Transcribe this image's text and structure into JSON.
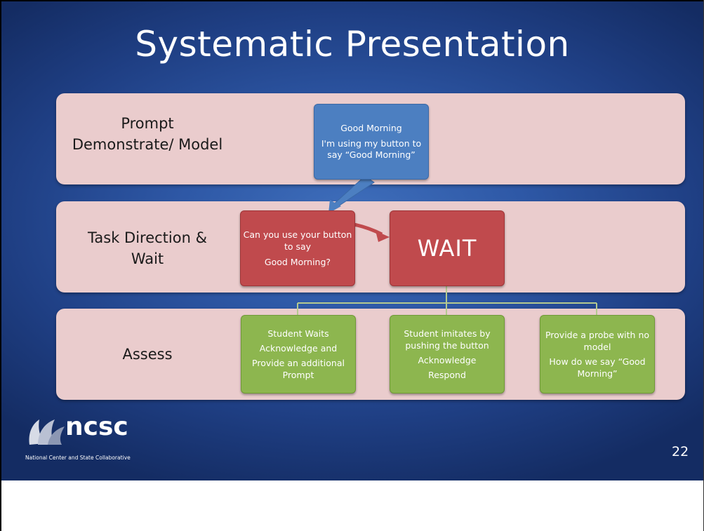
{
  "slide": {
    "title": "Systematic Presentation",
    "page_number": "22",
    "colors": {
      "background": "#2e58a6",
      "band": "#eacccd",
      "blue_box": "#4c7fc1",
      "red_box": "#c04a4d",
      "green_box": "#8db64f"
    }
  },
  "rows": [
    {
      "label_lines": [
        "Prompt",
        "Demonstrate/ Model"
      ]
    },
    {
      "label_lines": [
        "Task Direction &",
        "Wait"
      ]
    },
    {
      "label_lines": [
        "Assess"
      ]
    }
  ],
  "boxes": {
    "prompt": {
      "line1": "Good Morning",
      "line2": "I'm using my button to say “Good Morning”"
    },
    "task_direction": {
      "line1": "Can you use your button to say",
      "line2": "Good Morning?"
    },
    "wait": {
      "label": "WAIT"
    },
    "assess": [
      {
        "line1": "Student Waits",
        "line2": "Acknowledge and",
        "line3": "Provide an additional Prompt"
      },
      {
        "line1": "Student imitates by pushing the button",
        "line2": "Acknowledge",
        "line3": "Respond"
      },
      {
        "line1": "Provide a probe with no model",
        "line2": "How do we say “Good Morning”",
        "line3": ""
      }
    ]
  },
  "logo": {
    "name": "ncsc",
    "subtitle": "National Center and State Collaborative"
  }
}
